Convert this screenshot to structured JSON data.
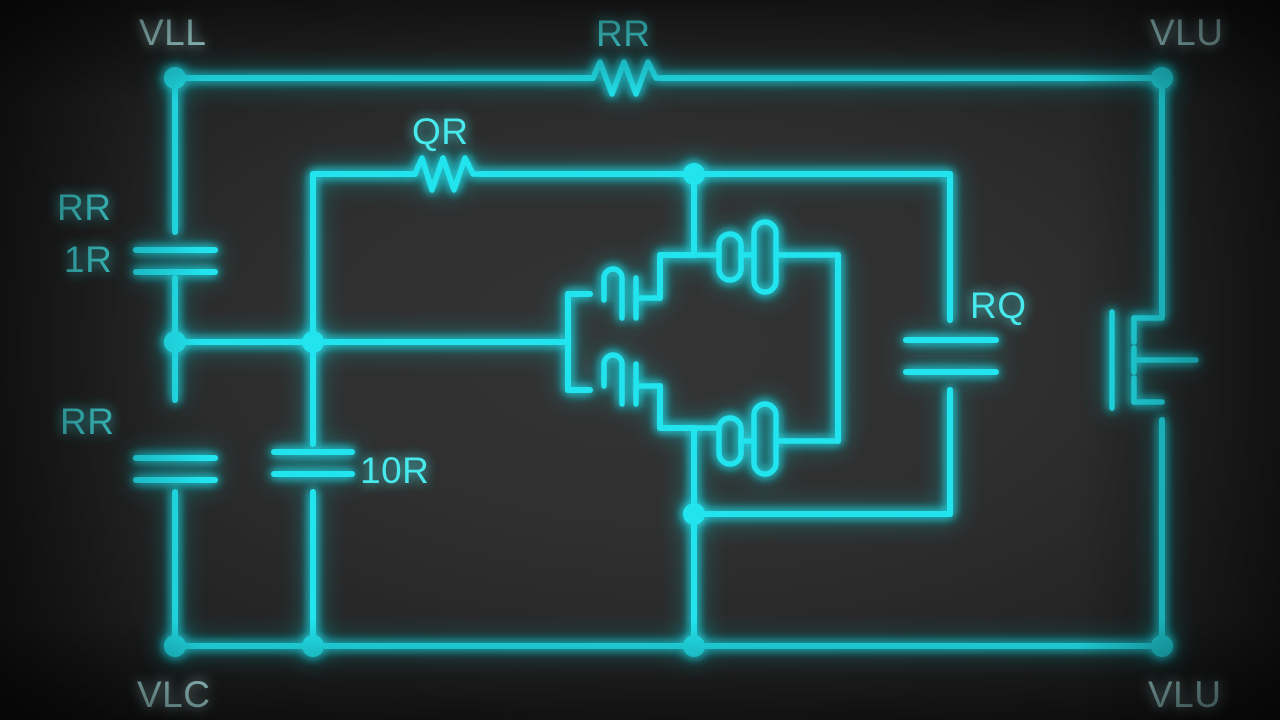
{
  "diagram": {
    "title": "Neon circuit schematic",
    "background_color": "#2e2e2e",
    "accent_color": "#22e4ef",
    "label_color": "#b9f4f4"
  },
  "node_labels": {
    "top_left": "VLL",
    "top_right": "VLU",
    "bottom_left": "VLC",
    "bottom_right": "VLU"
  },
  "components": [
    {
      "id": "r-top",
      "type": "resistor",
      "label": "RR",
      "label2": ""
    },
    {
      "id": "r-qr",
      "type": "resistor",
      "label": "QR",
      "label2": ""
    },
    {
      "id": "c-upper-left",
      "type": "capacitor",
      "label": "RR",
      "label2": "1R"
    },
    {
      "id": "c-lower-left",
      "type": "capacitor",
      "label": "RR",
      "label2": ""
    },
    {
      "id": "c-10r",
      "type": "capacitor",
      "label": "10R",
      "label2": ""
    },
    {
      "id": "c-rq",
      "type": "capacitor",
      "label": "RQ",
      "label2": ""
    },
    {
      "id": "cell-left-top",
      "type": "cell",
      "label": "",
      "label2": ""
    },
    {
      "id": "cell-left-bottom",
      "type": "cell",
      "label": "",
      "label2": ""
    },
    {
      "id": "cell-top",
      "type": "cell",
      "label": "",
      "label2": ""
    },
    {
      "id": "cell-bottom",
      "type": "cell",
      "label": "",
      "label2": ""
    },
    {
      "id": "mosfet-right",
      "type": "mosfet",
      "label": "",
      "label2": ""
    }
  ],
  "component_labels": {
    "resistor_top": "RR",
    "resistor_qr": "QR",
    "cap_upper_left_name": "RR",
    "cap_upper_left_value": "1R",
    "cap_lower_left_name": "RR",
    "cap_center_value": "10R",
    "cap_right_name": "RQ"
  }
}
